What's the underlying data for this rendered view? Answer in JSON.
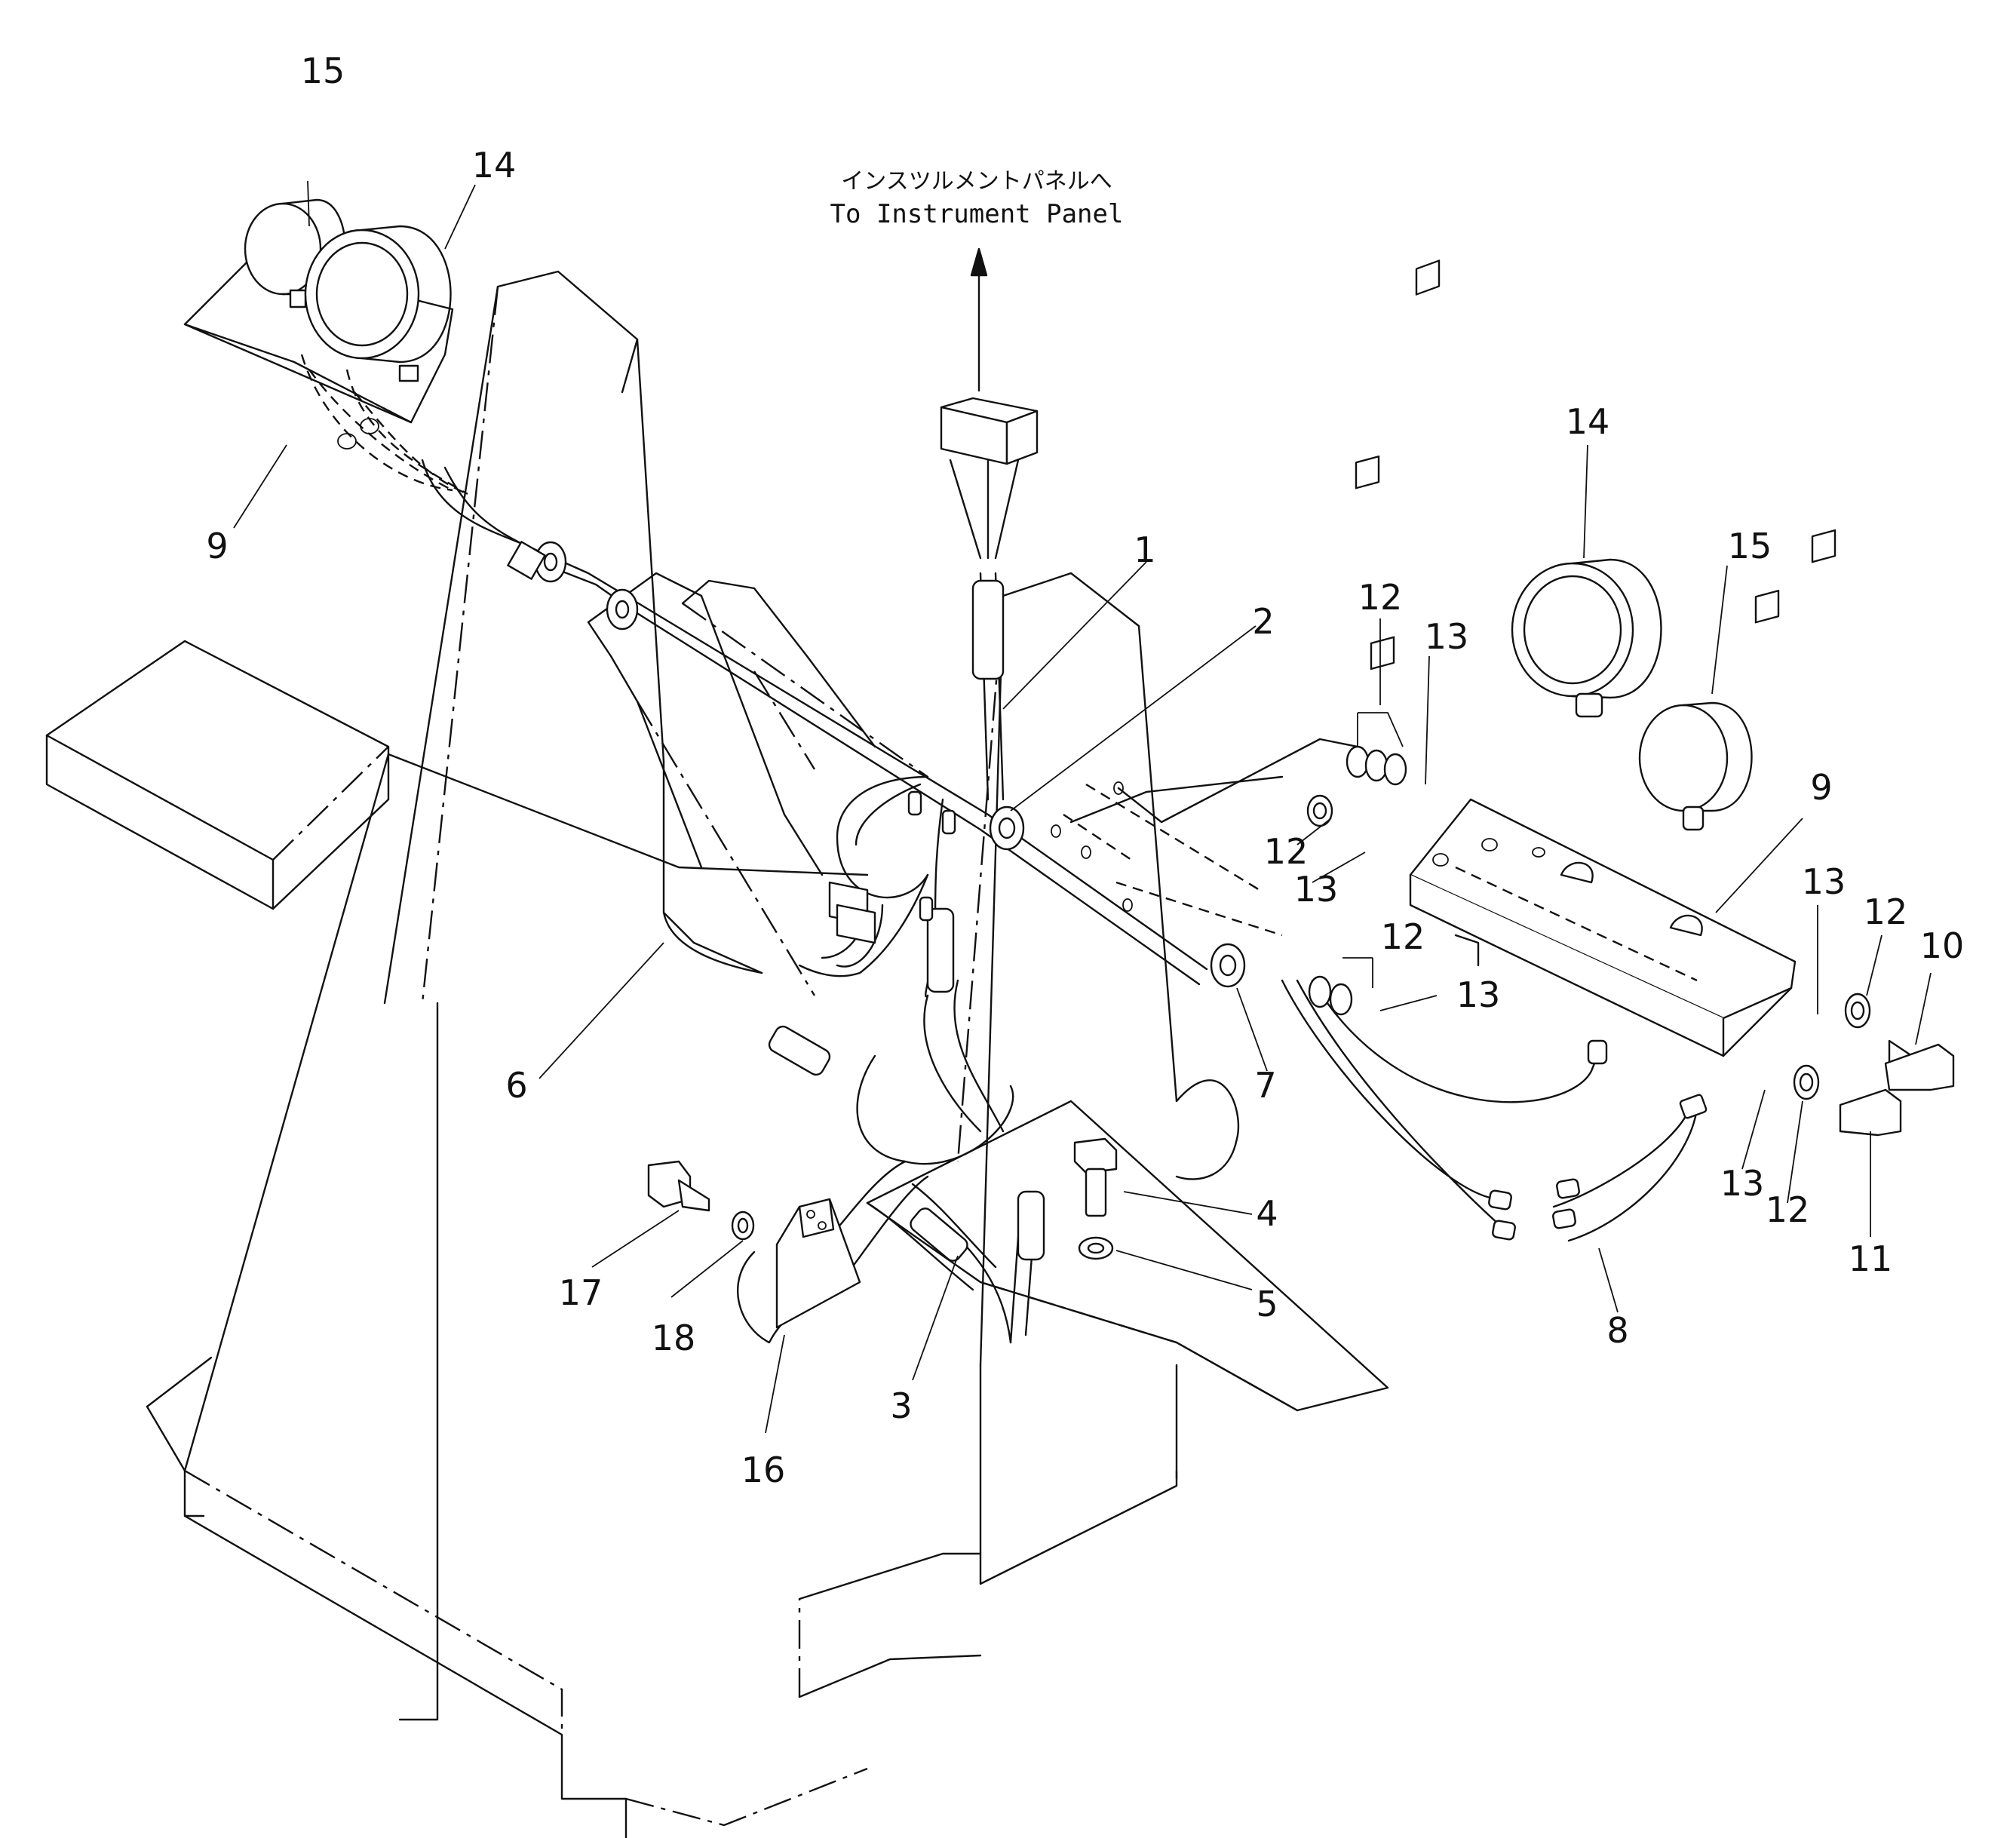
{
  "note": {
    "jp": "インスツルメントパネルへ",
    "en": "To Instrument Panel"
  },
  "callouts": {
    "c1": "1",
    "c2": "2",
    "c3": "3",
    "c4": "4",
    "c5": "5",
    "c6": "6",
    "c7": "7",
    "c8": "8",
    "c9a": "9",
    "c9b": "9",
    "c10": "10",
    "c11": "11",
    "c12a": "12",
    "c12b": "12",
    "c12c": "12",
    "c12d": "12",
    "c12e": "12",
    "c13a": "13",
    "c13b": "13",
    "c13c": "13",
    "c13d": "13",
    "c13e": "13",
    "c14a": "14",
    "c14b": "14",
    "c15a": "15",
    "c15b": "15",
    "c16": "16",
    "c17": "17",
    "c18": "18"
  }
}
